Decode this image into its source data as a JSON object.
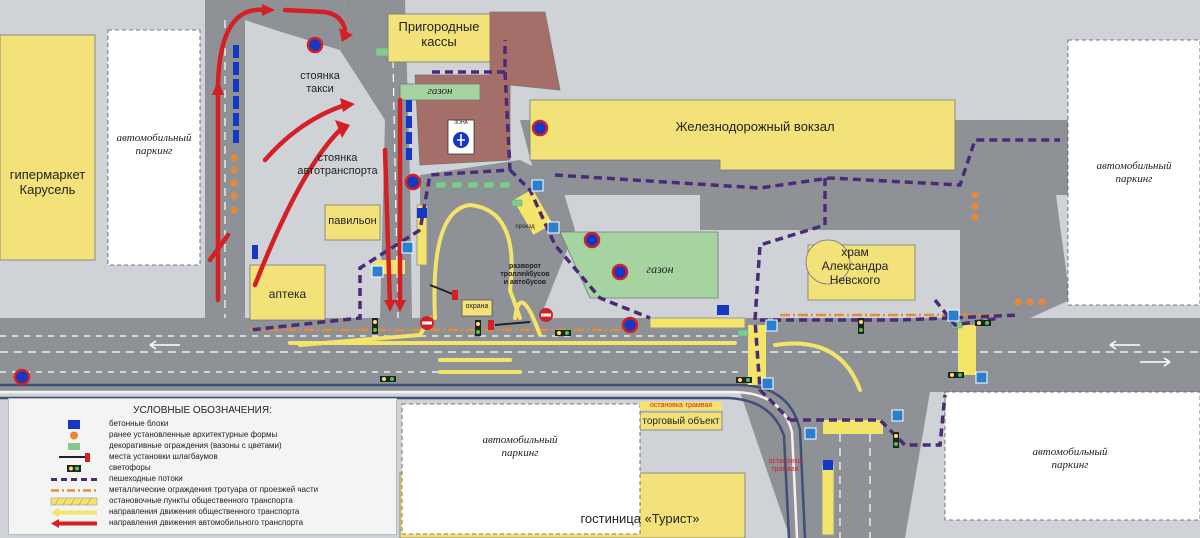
{
  "labels": {
    "suburban_ticket_office": "Пригородные кассы",
    "taxi_stand_l1": "стоянка",
    "taxi_stand_l2": "такси",
    "lawn_top": "газон",
    "railway_station": "Железнодорожный вокзал",
    "car_parking_left_l1": "автомобильный",
    "car_parking_left_l2": "паркинг",
    "hypermarket_l1": "гипермаркет",
    "hypermarket_l2": "Карусель",
    "vehicle_parking_l1": "стоянка",
    "vehicle_parking_l2": "автотранспорта",
    "pavilion": "павильон",
    "pharmacy": "аптека",
    "zone_sign": "ЗОНА",
    "passage": "проезд",
    "turnaround_l1": "разворот",
    "turnaround_l2": "троллейбусов",
    "turnaround_l3": "и автобусов",
    "lawn_center": "газон",
    "security": "охрана",
    "church_l1": "храм",
    "church_l2": "Александра",
    "church_l3": "Невского",
    "car_parking_right_top_l1": "автомобильный",
    "car_parking_right_top_l2": "паркинг",
    "car_parking_bottom_l1": "автомобильный",
    "car_parking_bottom_l2": "паркинг",
    "tram_stop_top": "остановка трамвая",
    "shopping_facility": "торговый объект",
    "tram_stop_bottom_l1": "остановка",
    "tram_stop_bottom_l2": "трамвая",
    "car_parking_right_bottom_l1": "автомобильный",
    "car_parking_right_bottom_l2": "паркинг",
    "hotel": "гостиница «Турист»"
  },
  "legend": {
    "title": "УСЛОВНЫЕ ОБОЗНАЧЕНИЯ:",
    "items": [
      {
        "text": "бетонные блоки",
        "symbol": "blue-block"
      },
      {
        "text": "ранее установленные архитектурные формы",
        "symbol": "orange-dot"
      },
      {
        "text": "декоративные ограждения (вазоны с цветами)",
        "symbol": "green-block"
      },
      {
        "text": "места установки шлагбаумов",
        "symbol": "barrier"
      },
      {
        "text": "светофоры",
        "symbol": "traffic-light"
      },
      {
        "text": "пешеходные потоки",
        "symbol": "purple-dash"
      },
      {
        "text": "металлические ограждения тротуара от проезжей части",
        "symbol": "orange-dashdot"
      },
      {
        "text": "остановочные пункты общественного транспорта",
        "symbol": "yellow-hatch"
      },
      {
        "text": "направления движения общественного транспорта",
        "symbol": "yellow-arrow"
      },
      {
        "text": "направления движения автомобильного транспорта",
        "symbol": "red-arrow"
      }
    ]
  },
  "colors": {
    "road": "#8e9297",
    "building": "#f3e27a",
    "station_block": "#a56e69",
    "lawn": "#a5d4a0",
    "pedestrian": "#4b2b78",
    "fence": "#e38b3f",
    "public_transport": "#f5e46a",
    "car_traffic": "#d41f25",
    "concrete_block": "#1538c4"
  }
}
